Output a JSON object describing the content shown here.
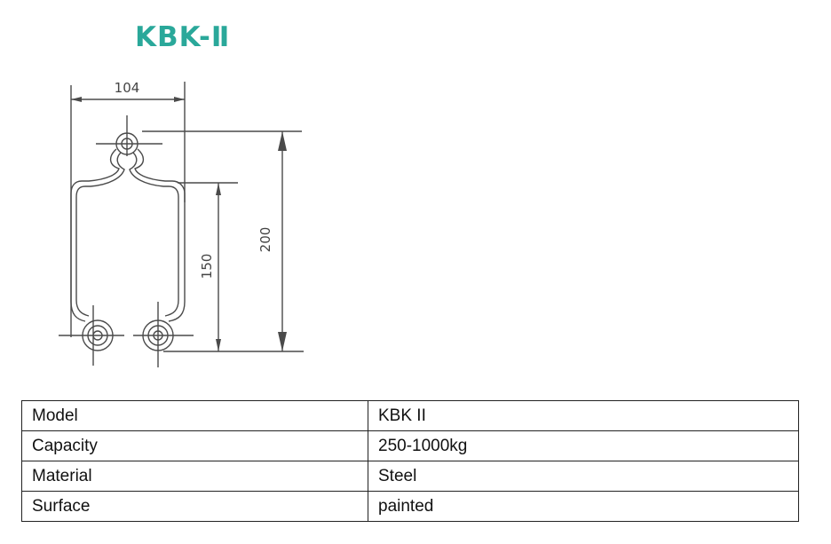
{
  "drawing": {
    "title": "KBK-Ⅱ",
    "title_color": "#2aa89a",
    "line_color": "#4a4a4a",
    "dimensions": {
      "width": "104",
      "inner_height": "150",
      "total_height": "200"
    }
  },
  "spec_table": {
    "rows": [
      {
        "label": "Model",
        "value": "KBK II"
      },
      {
        "label": "Capacity",
        "value": "250-1000kg"
      },
      {
        "label": "Material",
        "value": "Steel"
      },
      {
        "label": "Surface",
        "value": "painted"
      }
    ]
  }
}
